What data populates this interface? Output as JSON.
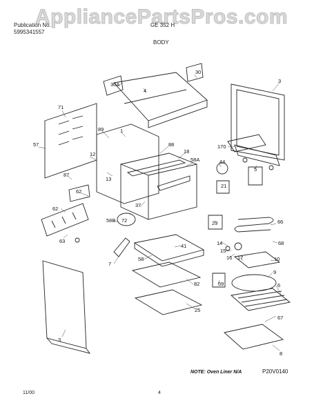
{
  "watermark": "AppliancePartsPros.com",
  "header": {
    "left_line1": "Publication No.",
    "left_line2": "5995341557",
    "right_model": "GE 352 H",
    "section_title": "BODY"
  },
  "labels": {
    "l30a": "30A",
    "l4": "4",
    "l30": "30",
    "l3a": "3",
    "l71": "71",
    "l57": "57",
    "l89": "89",
    "l1": "1",
    "l88": "88",
    "l18": "18",
    "l58a": "58A",
    "l170": "170",
    "l44": "44",
    "l5": "5",
    "l12": "12",
    "l13": "13",
    "l87": "87",
    "l62a": "62",
    "l21": "21",
    "l37": "37",
    "l62": "62",
    "l58b": "58B",
    "l72": "72",
    "l29": "29",
    "l66": "66",
    "l63": "63",
    "l41": "41",
    "l14": "14",
    "l68": "68",
    "l7": "7",
    "l58": "58",
    "l15": "15",
    "l16": "16",
    "l17": "17",
    "l10": "10",
    "l9": "9",
    "l59": "59",
    "l82": "82",
    "l6": "6",
    "l25": "25",
    "l3b": "3",
    "l67": "67",
    "l8": "8"
  },
  "footer": {
    "note": "NOTE: Oven Liner N/A",
    "diagram_code": "P20V0140",
    "date": "11/00",
    "page": "4"
  }
}
